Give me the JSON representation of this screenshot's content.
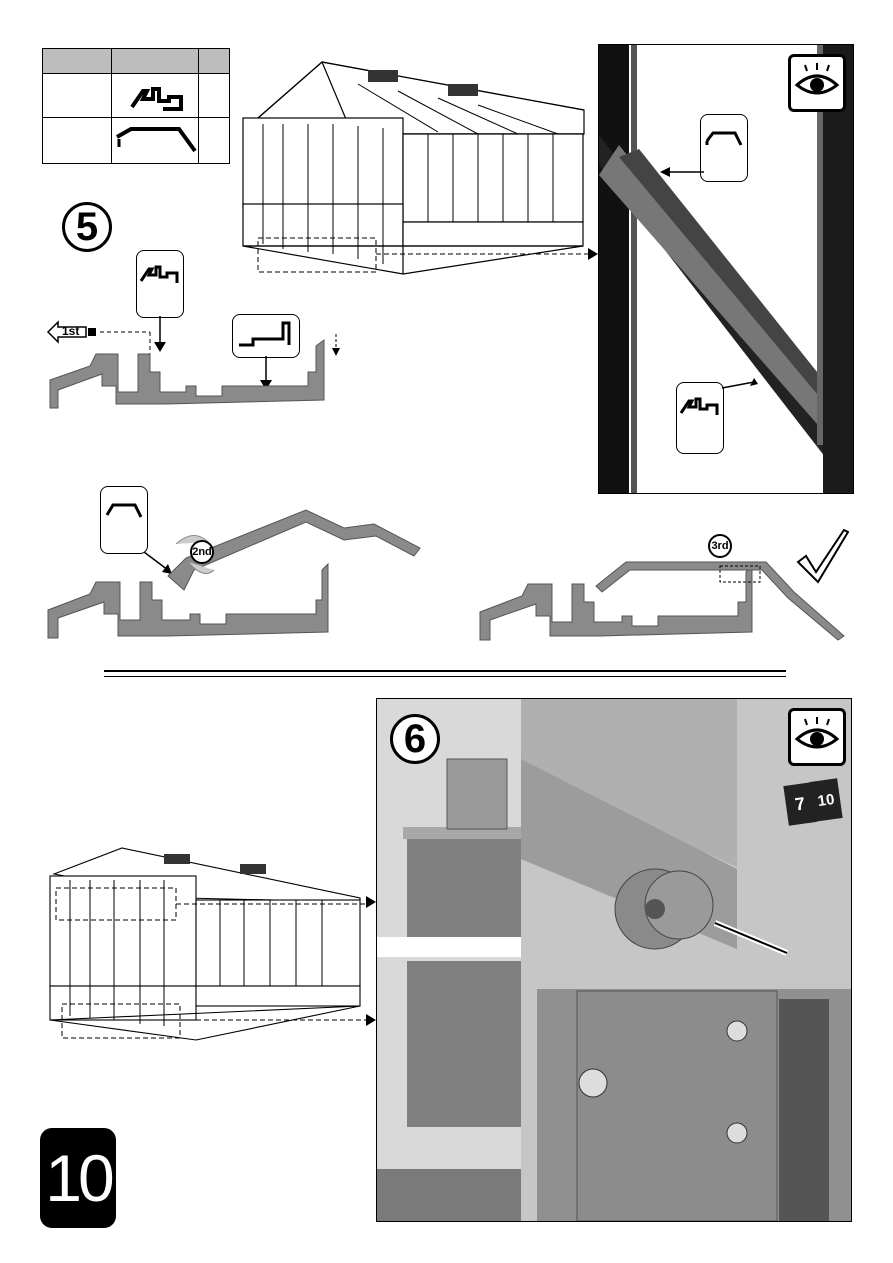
{
  "steps": {
    "step5": "5",
    "step6": "6"
  },
  "sequence": {
    "first": "1st",
    "second": "2nd",
    "third": "3rd"
  },
  "flip_counter": {
    "from": "7",
    "to": "10"
  },
  "page_number": "10",
  "icons": {
    "eye": "eye-icon",
    "check": "checkmark-icon",
    "profile_a": "profile-af-icon",
    "profile_b": "profile-cap-icon"
  },
  "colors": {
    "profile_grey": "#8a8a8a",
    "photo_grey": "#9a9a9a",
    "black": "#000000"
  }
}
